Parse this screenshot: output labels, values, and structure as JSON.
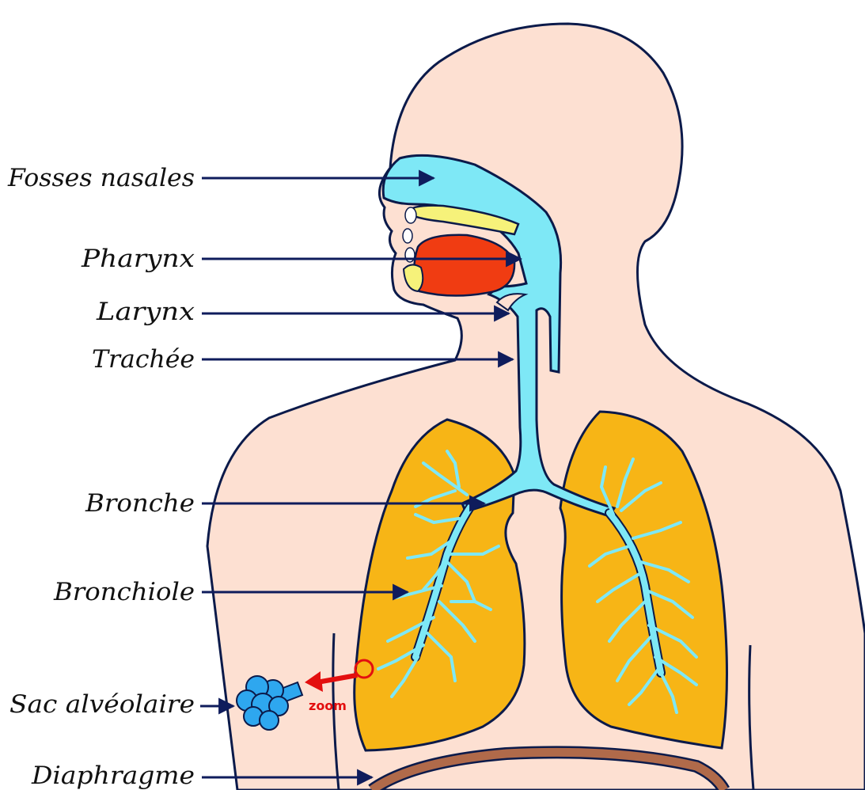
{
  "labels": {
    "fosses_nasales": "Fosses nasales",
    "pharynx": "Pharynx",
    "larynx": "Larynx",
    "trachee": "Trachée",
    "bronche": "Bronche",
    "bronchiole": "Bronchiole",
    "sac_alveolaire": "Sac alvéolaire",
    "diaphragme": "Diaphragme"
  },
  "zoom_label": "zoom",
  "colors": {
    "skin": "#fde0d2",
    "outline": "#0b1a4a",
    "airway": "#7ee8f6",
    "lung": "#f7b516",
    "tongue": "#f03c12",
    "palate": "#f6f27a",
    "diaphragm": "#b06a4a",
    "alveoli": "#2ea7ef",
    "arrow": "#0f1c5c",
    "zoom": "#e30f0f"
  }
}
